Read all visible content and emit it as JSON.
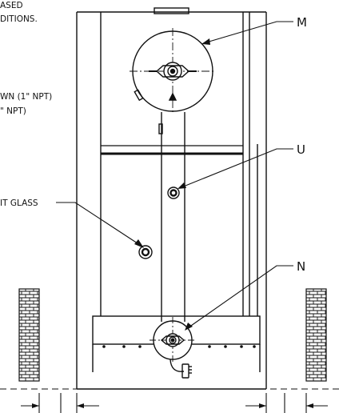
{
  "notes": {
    "line1": "ASED",
    "line2": "DITIONS.",
    "line3": "WN (1\" NPT)",
    "line4": "\" NPT)"
  },
  "callouts": {
    "m": "M",
    "u": "U",
    "n": "N",
    "sight_glass": "IT GLASS"
  },
  "colors": {
    "line": "#111111",
    "background": "#ffffff"
  }
}
